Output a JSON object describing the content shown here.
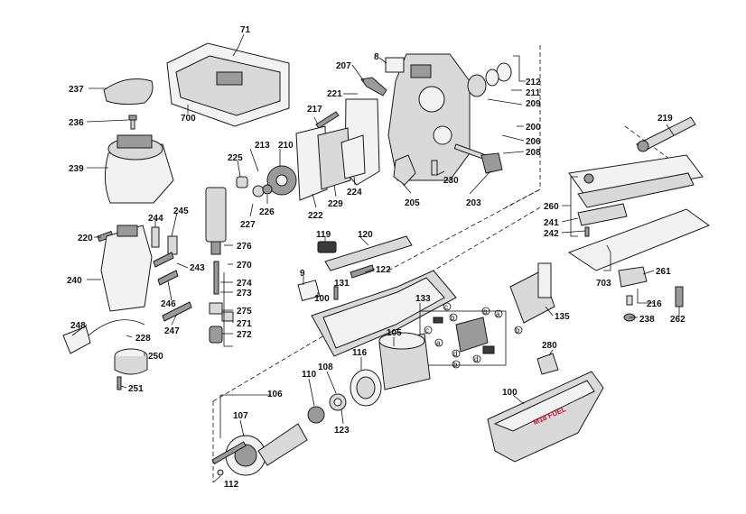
{
  "diagram": {
    "labels": [
      {
        "id": "71",
        "text": "71"
      },
      {
        "id": "237",
        "text": "237"
      },
      {
        "id": "700",
        "text": "700"
      },
      {
        "id": "236",
        "text": "236"
      },
      {
        "id": "239",
        "text": "239"
      },
      {
        "id": "207",
        "text": "207"
      },
      {
        "id": "8",
        "text": "8"
      },
      {
        "id": "221",
        "text": "221"
      },
      {
        "id": "217",
        "text": "217"
      },
      {
        "id": "212",
        "text": "212"
      },
      {
        "id": "211",
        "text": "211"
      },
      {
        "id": "209",
        "text": "209"
      },
      {
        "id": "200",
        "text": "200"
      },
      {
        "id": "206",
        "text": "206"
      },
      {
        "id": "208",
        "text": "208"
      },
      {
        "id": "219",
        "text": "219"
      },
      {
        "id": "213",
        "text": "213"
      },
      {
        "id": "210",
        "text": "210"
      },
      {
        "id": "225",
        "text": "225"
      },
      {
        "id": "226",
        "text": "226"
      },
      {
        "id": "227",
        "text": "227"
      },
      {
        "id": "222",
        "text": "222"
      },
      {
        "id": "229",
        "text": "229"
      },
      {
        "id": "224",
        "text": "224"
      },
      {
        "id": "205",
        "text": "205"
      },
      {
        "id": "230",
        "text": "230"
      },
      {
        "id": "203",
        "text": "203"
      },
      {
        "id": "260",
        "text": "260"
      },
      {
        "id": "241",
        "text": "241"
      },
      {
        "id": "242",
        "text": "242"
      },
      {
        "id": "220",
        "text": "220"
      },
      {
        "id": "244",
        "text": "244"
      },
      {
        "id": "245",
        "text": "245"
      },
      {
        "id": "276",
        "text": "276"
      },
      {
        "id": "270",
        "text": "270"
      },
      {
        "id": "119",
        "text": "119"
      },
      {
        "id": "120",
        "text": "120"
      },
      {
        "id": "240",
        "text": "240"
      },
      {
        "id": "243",
        "text": "243"
      },
      {
        "id": "246",
        "text": "246"
      },
      {
        "id": "274",
        "text": "274"
      },
      {
        "id": "273",
        "text": "273"
      },
      {
        "id": "275",
        "text": "275"
      },
      {
        "id": "271",
        "text": "271"
      },
      {
        "id": "272",
        "text": "272"
      },
      {
        "id": "247",
        "text": "247"
      },
      {
        "id": "9",
        "text": "9"
      },
      {
        "id": "100a",
        "text": "100"
      },
      {
        "id": "131",
        "text": "131"
      },
      {
        "id": "122",
        "text": "122"
      },
      {
        "id": "703",
        "text": "703"
      },
      {
        "id": "261",
        "text": "261"
      },
      {
        "id": "216",
        "text": "216"
      },
      {
        "id": "262",
        "text": "262"
      },
      {
        "id": "238",
        "text": "238"
      },
      {
        "id": "133",
        "text": "133"
      },
      {
        "id": "135",
        "text": "135"
      },
      {
        "id": "248",
        "text": "248"
      },
      {
        "id": "228",
        "text": "228"
      },
      {
        "id": "250",
        "text": "250"
      },
      {
        "id": "251",
        "text": "251"
      },
      {
        "id": "105",
        "text": "105"
      },
      {
        "id": "116",
        "text": "116"
      },
      {
        "id": "108",
        "text": "108"
      },
      {
        "id": "110",
        "text": "110"
      },
      {
        "id": "106",
        "text": "106"
      },
      {
        "id": "107",
        "text": "107"
      },
      {
        "id": "123",
        "text": "123"
      },
      {
        "id": "280",
        "text": "280"
      },
      {
        "id": "100b",
        "text": "100"
      },
      {
        "id": "112",
        "text": "112"
      }
    ],
    "small_labels": [
      {
        "id": "c1",
        "text": "c"
      },
      {
        "id": "a1",
        "text": "a"
      },
      {
        "id": "b1",
        "text": "b"
      },
      {
        "id": "c2",
        "text": "c"
      },
      {
        "id": "a2",
        "text": "a"
      },
      {
        "id": "d1",
        "text": "d"
      },
      {
        "id": "b2",
        "text": "b"
      },
      {
        "id": "d2",
        "text": "d"
      },
      {
        "id": "a3",
        "text": "a"
      },
      {
        "id": "b3",
        "text": "b"
      }
    ],
    "brand_text": "M18 FUEL"
  },
  "colors": {
    "line": "#1a1a1a",
    "brand_red": "#c8102e"
  }
}
